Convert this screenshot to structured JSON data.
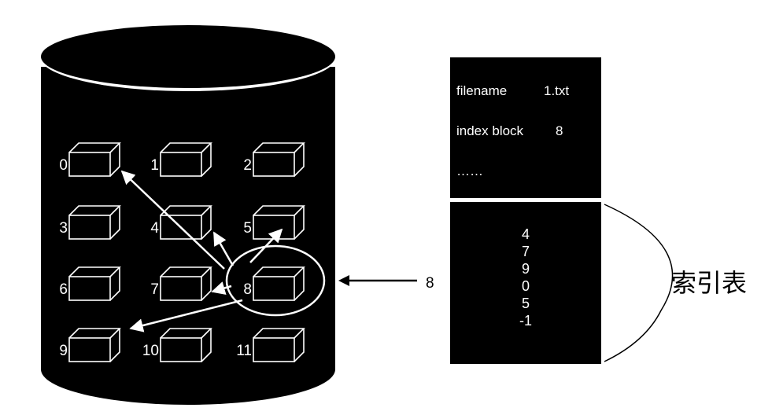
{
  "disk": {
    "block_labels": [
      "0",
      "1",
      "2",
      "3",
      "4",
      "5",
      "6",
      "7",
      "8",
      "9",
      "10",
      "11"
    ],
    "highlighted_block": "8"
  },
  "pointer_label": "8",
  "fcb": {
    "filename_label": "filename",
    "filename_value": "1.txt",
    "index_block_label": "index block",
    "index_block_value": "8",
    "more": "……"
  },
  "index_table": {
    "entries": [
      "4",
      "7",
      "9",
      "0",
      "5",
      "-1"
    ],
    "caption": "索引表"
  },
  "colors": {
    "fill": "#000000",
    "stroke": "#ffffff",
    "background": "#ffffff"
  }
}
